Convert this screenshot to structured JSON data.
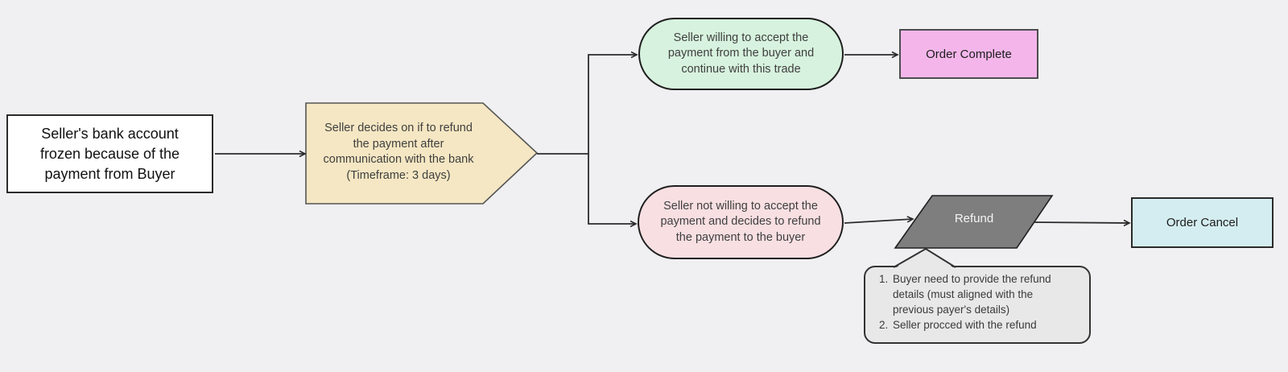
{
  "diagram_title": "Seller bank account frozen refund flow",
  "colors": {
    "background": "#f0f0f2",
    "line": "#2b2b2b",
    "start_fill": "#ffffff",
    "start_border": "#2b2b2b",
    "decision_fill": "#f5e7c3",
    "decision_border": "#555555",
    "accept_fill": "#d7f2de",
    "accept_border": "#1f1f1f",
    "reject_fill": "#f8dfe2",
    "reject_border": "#1f1f1f",
    "complete_fill": "#f4b6ea",
    "complete_border": "#4d4d4d",
    "refund_fill": "#7e7e7e",
    "refund_border": "#1f1f1f",
    "refund_text": "#f5f5f5",
    "cancel_fill": "#d4edf0",
    "cancel_border": "#2b2b2b",
    "note_fill": "#e8e8e8",
    "note_border": "#333333",
    "node_text": "#3f3f3f",
    "dark_text": "#111111"
  },
  "nodes": {
    "start": {
      "text": "Seller's bank account frozen because of the payment from Buyer",
      "lines": [
        "Seller's bank account",
        "frozen because of the",
        "payment from Buyer"
      ]
    },
    "decision": {
      "text": "Seller decides on if to refund the payment after communication with the bank (Timeframe: 3 days)",
      "lines": [
        "Seller decides on if to refund",
        "the payment after",
        "communication with the bank",
        "(Timeframe: 3 days)"
      ]
    },
    "accept": {
      "text": "Seller willing to accept the payment from the buyer and continue with this trade",
      "lines": [
        "Seller willing to accept the",
        "payment from the buyer and",
        "continue with this trade"
      ]
    },
    "order_complete": {
      "label": "Order Complete"
    },
    "reject": {
      "text": "Seller not willing to accept the payment and decides to refund the payment to the buyer",
      "lines": [
        "Seller not willing to accept the",
        "payment and decides to refund",
        "the payment to the buyer"
      ]
    },
    "refund": {
      "label": "Refund"
    },
    "order_cancel": {
      "label": "Order Cancel"
    }
  },
  "note": {
    "items": [
      "Buyer need to provide the refund details (must aligned with the previous payer's details)",
      "Seller procced with the refund"
    ]
  }
}
